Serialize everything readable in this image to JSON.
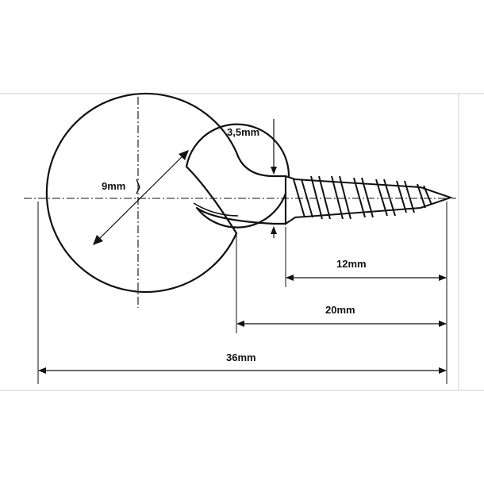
{
  "dimensions": {
    "ring_inner_diameter": "9mm",
    "wire_thickness": "3,5mm",
    "thread_length": "12mm",
    "shank_length": "20mm",
    "overall_length": "36mm"
  },
  "colors": {
    "line": "#111111",
    "frame": "#cccccc",
    "background": "#ffffff"
  }
}
